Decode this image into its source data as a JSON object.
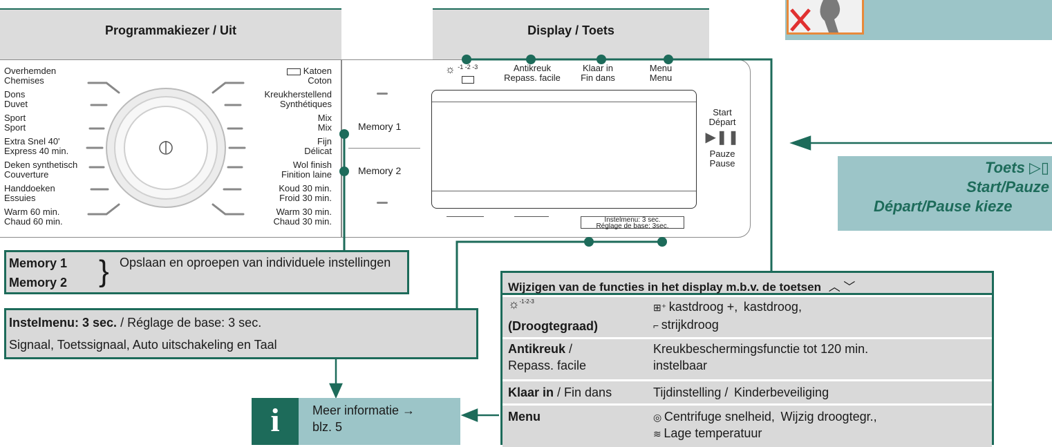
{
  "headers": {
    "selector": "Programmakiezer / Uit",
    "display": "Display / Toets"
  },
  "programs_left": [
    [
      "Overhemden",
      "Chemises"
    ],
    [
      "Dons",
      "Duvet"
    ],
    [
      "Sport",
      "Sport"
    ],
    [
      "Extra Snel 40'",
      "Express 40 min."
    ],
    [
      "Deken synthetisch",
      "Couverture"
    ],
    [
      "Handdoeken",
      "Essuies"
    ],
    [
      "Warm 60 min.",
      "Chaud 60 min."
    ]
  ],
  "programs_right": [
    [
      "Katoen",
      "Coton"
    ],
    [
      "Kreukherstellend",
      "Synthétiques"
    ],
    [
      "Mix",
      "Mix"
    ],
    [
      "Fijn",
      "Délicat"
    ],
    [
      "Wol finish",
      "Finition laine"
    ],
    [
      "Koud 30 min.",
      "Froid 30 min."
    ],
    [
      "Warm 30 min.",
      "Chaud 30 min."
    ]
  ],
  "display": {
    "dry_sup": "-1 -2 -3",
    "btn_anti": [
      "Antikreuk",
      "Repass. facile"
    ],
    "btn_klaar": [
      "Klaar in",
      "Fin dans"
    ],
    "btn_menu": [
      "Menu",
      "Menu"
    ],
    "memory1": "Memory 1",
    "memory2": "Memory 2",
    "start": [
      "Start",
      "Départ"
    ],
    "pause": [
      "Pauze",
      "Pause"
    ],
    "instel": [
      "Instelmenu: 3 sec.",
      "Réglage de base: 3sec."
    ]
  },
  "memory_box": {
    "m1": "Memory 1",
    "m2": "Memory 2",
    "text": "Opslaan en oproepen van individuele instellingen"
  },
  "instel_box": {
    "bold": "Instelmenu: 3 sec.",
    "rest": " / Réglage de base: 3 sec.",
    "line2": "Signaal, Toetssignaal, Auto uitschakeling en Taal"
  },
  "info_box": {
    "icon": "i",
    "text1": "Meer informatie →",
    "text2": "blz. 5"
  },
  "toets_box": {
    "line1": "Toets",
    "line2": "Start/Pauze",
    "line3": "Départ/Pause kieze"
  },
  "func_table": {
    "title": "Wijzigen van de functies in het display m.b.v. de toetsen",
    "rows": [
      {
        "label_sup": "-1-2-3",
        "label_bold": "(Droogtegraad)",
        "label_rest": "",
        "desc1": " kastdroog +,  kastdroog,",
        "desc2": " strijkdroog"
      },
      {
        "label_bold": "Antikreuk",
        "label_rest": " /",
        "label2": "Repass. facile",
        "desc1": "Kreukbeschermingsfunctie tot 120 min.",
        "desc2": "instelbaar"
      },
      {
        "label_bold": "Klaar in",
        "label_rest": " / Fin dans",
        "desc1": "Tijdinstelling /  Kinderbeveiliging"
      },
      {
        "label_bold": "Menu",
        "desc1": " Centrifuge snelheid,  Wijzig droogtegr.,",
        "desc2": " Lage temperatuur"
      }
    ]
  },
  "colors": {
    "green": "#1d6b5a",
    "teal": "#9cc5c8",
    "grey": "#d9d9d9",
    "red": "#e03030"
  }
}
